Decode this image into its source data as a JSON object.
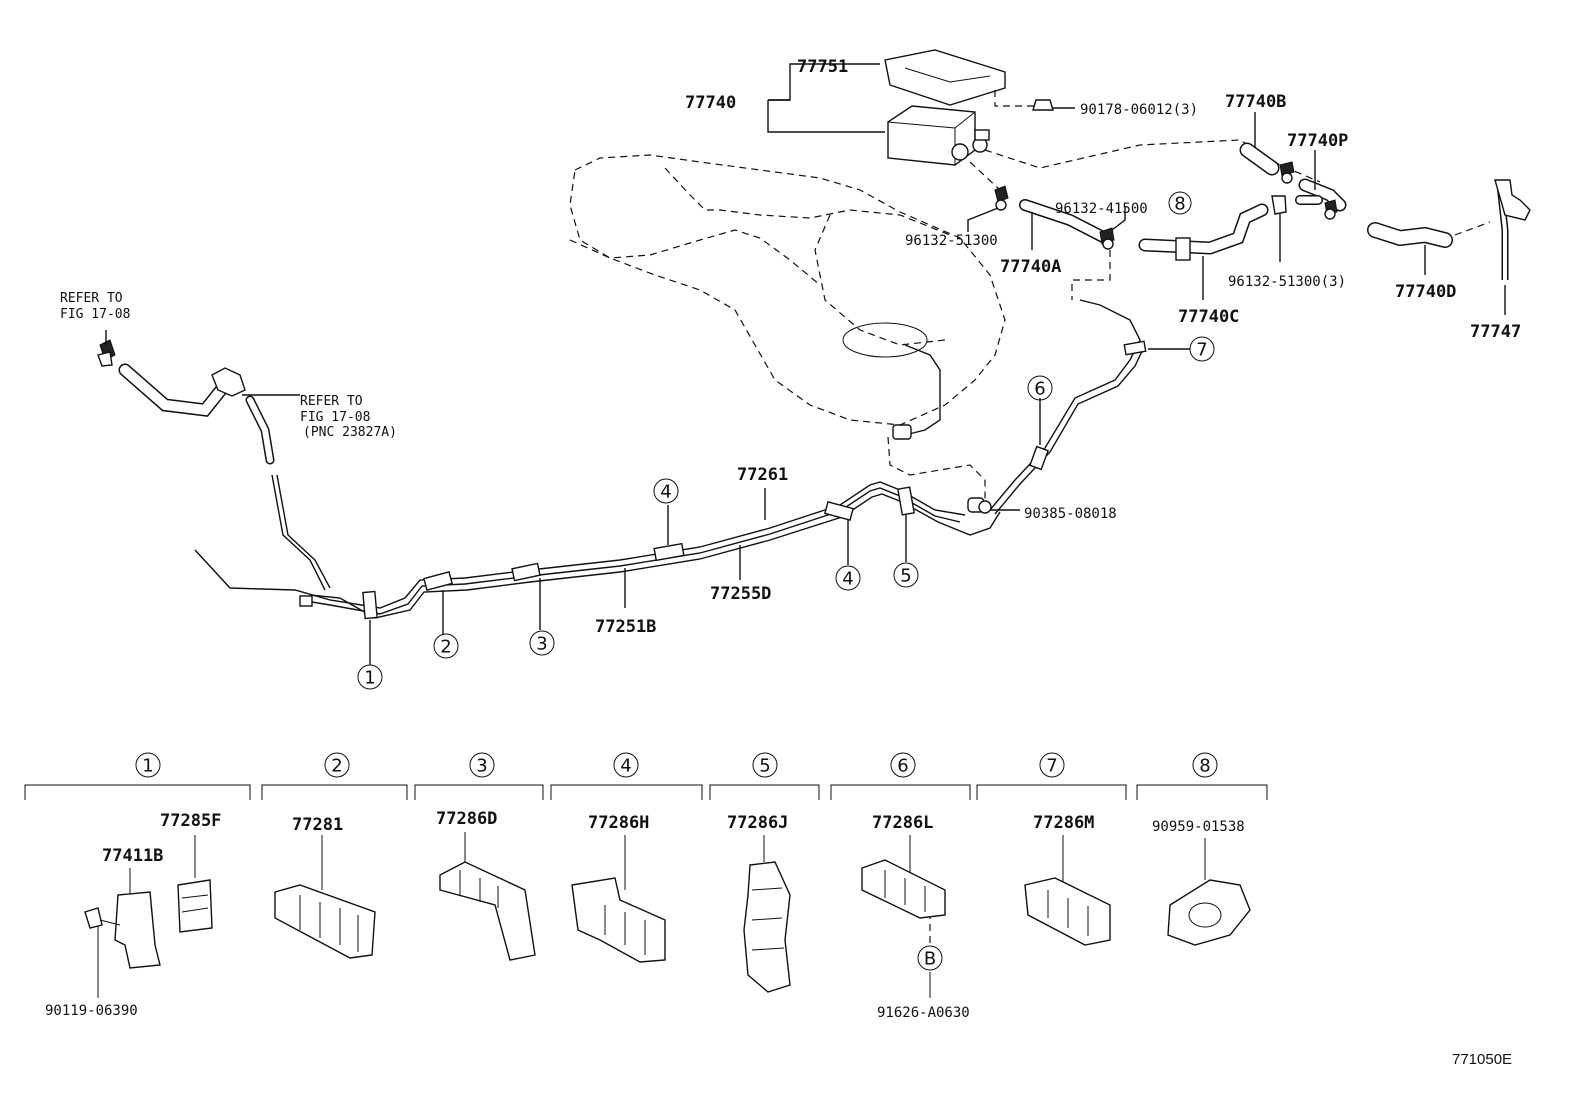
{
  "parts": {
    "p77751": "77751",
    "p77740": "77740",
    "p90178": "90178-06012(3)",
    "p77740B": "77740B",
    "p77740P": "77740P",
    "p96132_41500": "96132-41500",
    "p96132_51300": "96132-51300",
    "p77740A": "77740A",
    "p77740C": "77740C",
    "p96132_51300_3": "96132-51300(3)",
    "p77740D": "77740D",
    "p77747": "77747",
    "p77261": "77261",
    "p77255D": "77255D",
    "p77251B": "77251B",
    "p90385": "90385-08018"
  },
  "notes": {
    "refer1_line1": "REFER TO",
    "refer1_line2": "FIG 17-08",
    "refer2_line1": "REFER TO",
    "refer2_line2": "FIG 17-08",
    "refer2_line3": "(PNC 23827A)"
  },
  "callouts": {
    "c1": "1",
    "c2": "2",
    "c3": "3",
    "c4": "4",
    "c5": "5",
    "c6": "6",
    "c7": "7",
    "c8": "8",
    "cB": "B"
  },
  "legend": [
    {
      "num": "1",
      "part_a": "77285F",
      "part_b": "77411B",
      "part_c": "90119-06390"
    },
    {
      "num": "2",
      "part_a": "77281"
    },
    {
      "num": "3",
      "part_a": "77286D"
    },
    {
      "num": "4",
      "part_a": "77286H"
    },
    {
      "num": "5",
      "part_a": "77286J"
    },
    {
      "num": "6",
      "part_a": "77286L",
      "part_c": "91626-A0630"
    },
    {
      "num": "7",
      "part_a": "77286M"
    },
    {
      "num": "8",
      "part_a": "90959-01538"
    }
  ],
  "figure_code": "771050E"
}
